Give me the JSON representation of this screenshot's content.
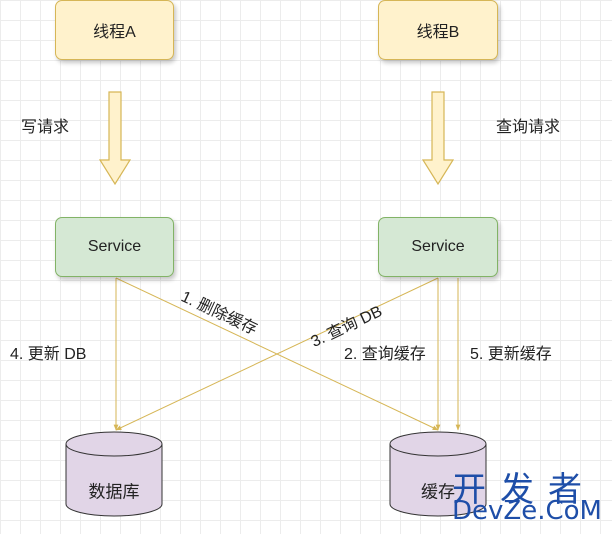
{
  "nodes": {
    "thread_a": "线程A",
    "thread_b": "线程B",
    "service_left": "Service",
    "service_right": "Service",
    "database": "数据库",
    "cache": "缓存"
  },
  "labels": {
    "write_request": "写请求",
    "query_request": "查询请求",
    "step1": "1. 删除缓存",
    "step2": "2. 查询缓存",
    "step3": "3. 查询 DB",
    "step4": "4. 更新 DB",
    "step5": "5. 更新缓存"
  },
  "watermark": {
    "cn": "开发者",
    "en": "DevZe.CoM"
  },
  "colors": {
    "thread_fill": "#fff2cc",
    "thread_stroke": "#d6b656",
    "service_fill": "#d5e8d4",
    "service_stroke": "#82b366",
    "storage_fill": "#e1d5e7",
    "storage_stroke": "#333333",
    "edge": "#d6b656",
    "watermark": "#1e4ea8"
  }
}
